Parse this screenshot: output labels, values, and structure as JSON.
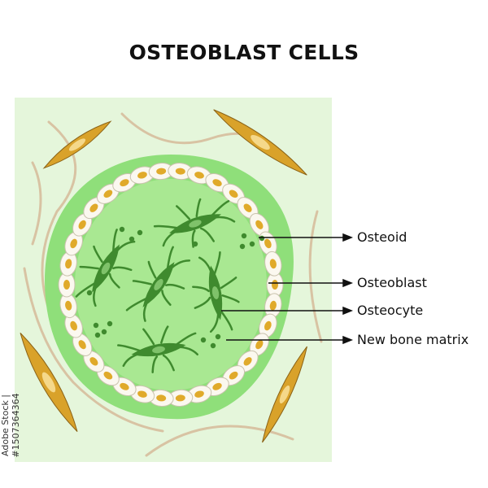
{
  "title": "OSTEOBLAST CELLS",
  "labels": {
    "osteoid": "Osteoid",
    "osteoblast": "Osteoblast",
    "osteocyte": "Osteocyte",
    "new_bone_matrix": "New bone matrix"
  },
  "watermark": "Adobe Stock | #1507364364",
  "colors": {
    "panel": "#e5f6db",
    "matrix_outer": "#8fdf7a",
    "matrix_inner": "#a9e892",
    "cell": "#fbf8ef",
    "nucleus": "#e0aa2a",
    "osteocyte": "#3f8a2e",
    "fiber": "#d8c3a3"
  }
}
